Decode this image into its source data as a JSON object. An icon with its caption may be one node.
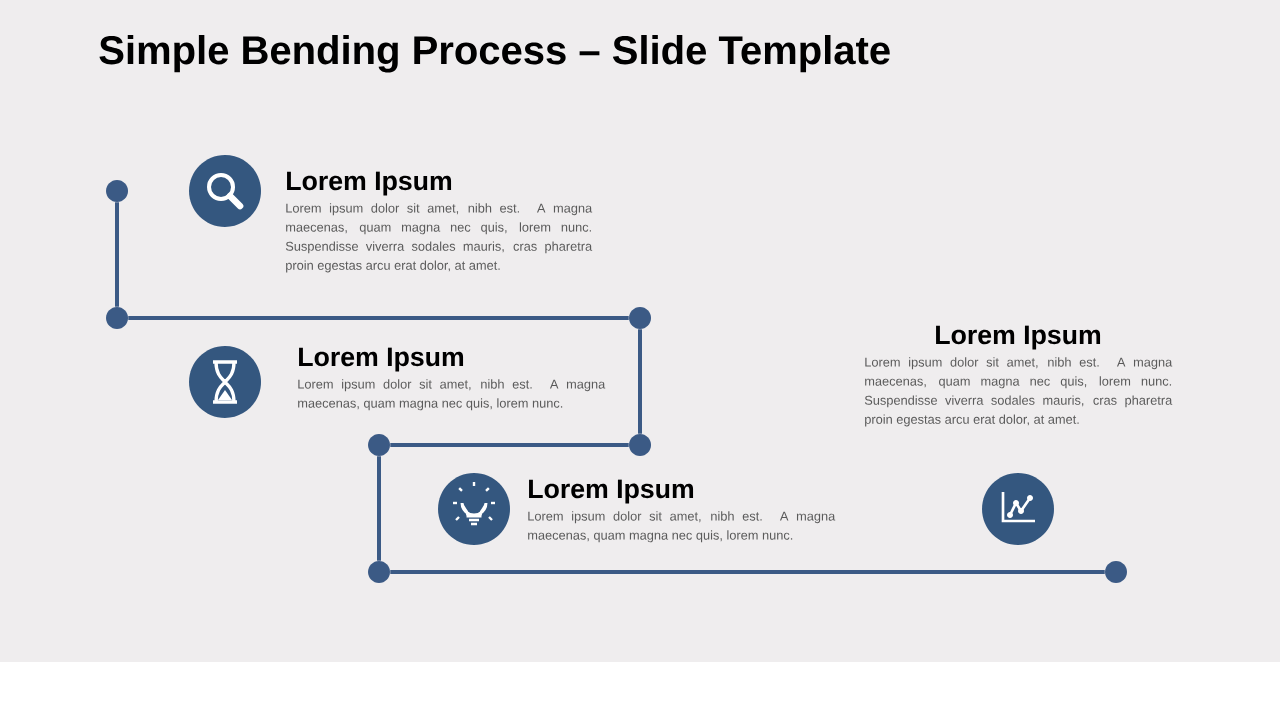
{
  "diagram": {
    "title": "Simple Bending Process – Slide Template",
    "nodes": [
      {
        "text": [],
        "shape": "circle"
      },
      {
        "text": [],
        "shape": "circle"
      },
      {
        "text": [],
        "shape": "circle"
      },
      {
        "text": [],
        "shape": "circle"
      },
      {
        "text": [],
        "shape": "circle"
      },
      {
        "text": [],
        "shape": "circle"
      },
      {
        "text": [],
        "shape": "circle"
      }
    ],
    "edges": [
      {
        "from": 0,
        "to": 1,
        "arrow": "none"
      },
      {
        "from": 1,
        "to": 2,
        "arrow": "none"
      },
      {
        "from": 2,
        "to": 3,
        "arrow": "none"
      },
      {
        "from": 3,
        "to": 4,
        "arrow": "none"
      },
      {
        "from": 4,
        "to": 5,
        "arrow": "none"
      },
      {
        "from": 5,
        "to": 6,
        "arrow": "none"
      }
    ],
    "labels": [
      "Lorem Ipsum",
      "Lorem ipsum dolor sit amet, nibh est. A magna maecenas, quam magna nec quis, lorem nunc. Suspendisse viverra sodales mauris, cras pharetra proin egestas arcu erat dolor, at amet.",
      "Lorem Ipsum",
      "Lorem ipsum dolor sit amet, nibh est. A magna maecenas, quam magna nec quis, lorem nunc. Suspendisse viverra sodales mauris, cras pharetra proin egestas arcu erat dolor, at amet.",
      "Lorem Ipsum",
      "Lorem ipsum dolor sit amet, nibh est. A magna maecenas, quam magna nec quis, lorem nunc.",
      "Lorem Ipsum",
      "Lorem ipsum dolor sit amet, nibh est. A magna maecenas, quam magna nec quis, lorem nunc."
    ]
  }
}
